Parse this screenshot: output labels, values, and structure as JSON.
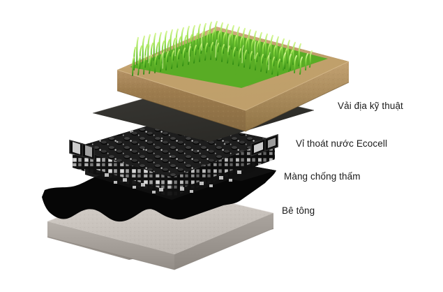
{
  "figure": {
    "type": "exploded-layer-diagram",
    "subject": "green-roof-drainage-build-up",
    "background_color": "#ffffff"
  },
  "layers": [
    {
      "id": "grass-soil",
      "label": "",
      "icon": "grass-soil-slab-icon",
      "colors": {
        "grass_light": "#8ed94a",
        "grass_mid": "#5cbb2a",
        "grass_dark": "#3f9a18",
        "soil_top": "#c6a472",
        "soil_face": "#9c7d4e",
        "soil_side": "#8a6c40"
      }
    },
    {
      "id": "geotextile",
      "label": "Vải địa kỹ thuật",
      "icon": "flat-sheet-icon",
      "colors": {
        "sheet": "#33322f",
        "sheet_edge": "#26251f"
      }
    },
    {
      "id": "ecocell",
      "label": "Vỉ thoát nước Ecocell",
      "icon": "drainage-cell-grid-icon",
      "colors": {
        "body": "#1b1b1b",
        "highlight": "#8f8f8f",
        "cell": "#f2f2f2"
      }
    },
    {
      "id": "membrane",
      "label": "Màng chống thấm",
      "icon": "wavy-membrane-icon",
      "colors": {
        "sheet": "#050505"
      }
    },
    {
      "id": "concrete",
      "label": "Bê tông",
      "icon": "concrete-slab-icon",
      "colors": {
        "top": "#cfcac5",
        "face": "#9e9892",
        "side": "#8b8580"
      }
    }
  ],
  "labels": {
    "geotextile": "Vải địa kỹ thuật",
    "ecocell": "Vỉ thoát nước Ecocell",
    "membrane": "Màng chống thấm",
    "concrete": "Bê tông"
  },
  "text_style": {
    "color": "#1a1a1a"
  }
}
